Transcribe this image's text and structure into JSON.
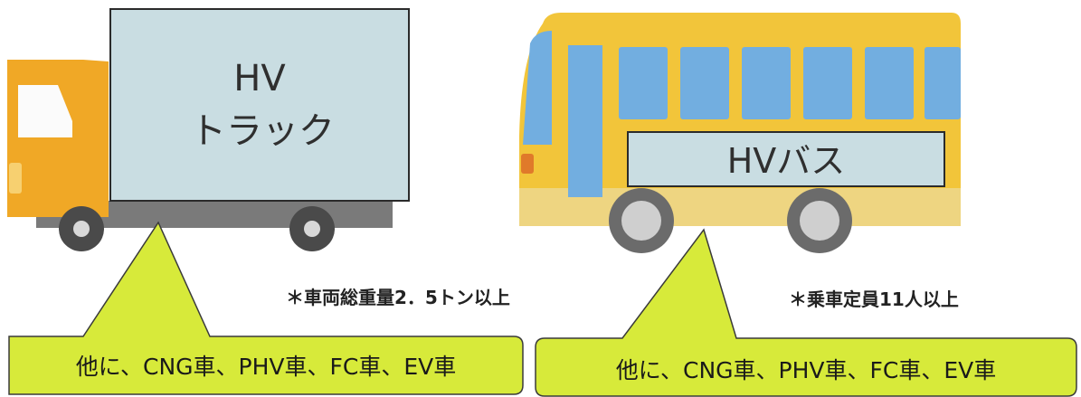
{
  "truck": {
    "label_line1": "HV",
    "label_line2": "トラック",
    "callout": "他に、CNG車、PHV車、FC車、EV車",
    "note": "＊車両総重量2．5トン以上"
  },
  "bus": {
    "label": "HVバス",
    "callout": "他に、CNG車、PHV車、FC車、EV車",
    "note": "＊乗車定員11人以上"
  },
  "colors": {
    "truck_cab": "#f0a826",
    "cargo_box": "#c9dde2",
    "bus_body": "#f2c53a",
    "bus_window": "#72aee0",
    "callout_fill": "#d7ea3a",
    "chassis": "#6b6b6b",
    "wheel_rim": "#cfcfcf"
  }
}
